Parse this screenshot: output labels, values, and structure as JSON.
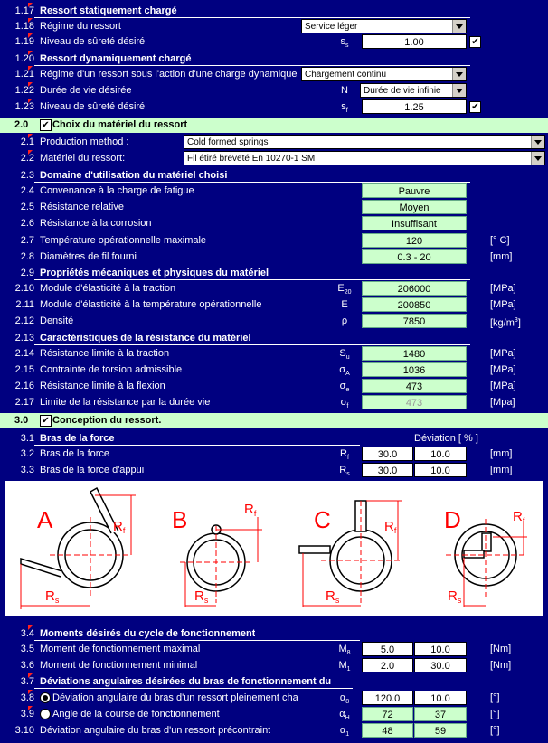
{
  "s117": {
    "num": "1.17",
    "label": "Ressort statiquement chargé"
  },
  "r118": {
    "num": "1.18",
    "label": "Régime du ressort",
    "select": "Service léger"
  },
  "r119": {
    "num": "1.19",
    "label": "Niveau de sûreté désiré",
    "sym": "s",
    "sub": "s",
    "value": "1.00"
  },
  "s120": {
    "num": "1.20",
    "label": "Ressort dynamiquement chargé"
  },
  "r121": {
    "num": "1.21",
    "label": "Régime d'un ressort sous l'action d'une charge dynamique",
    "select": "Chargement continu"
  },
  "r122": {
    "num": "1.22",
    "label": "Durée de vie désirée",
    "sym": "N",
    "select": "Durée de vie infinie"
  },
  "r123": {
    "num": "1.23",
    "label": "Niveau de sûreté désiré",
    "sym": "s",
    "sub": "f",
    "value": "1.25"
  },
  "b20": {
    "num": "2.0",
    "label": "Choix du matériel du ressort"
  },
  "r21": {
    "num": "2.1",
    "label": "Production method :",
    "select": "Cold formed springs"
  },
  "r22": {
    "num": "2.2",
    "label": "Matériel du ressort:",
    "select": "Fil étiré breveté En 10270-1 SM"
  },
  "s23": {
    "num": "2.3",
    "label": "Domaine d'utilisation du matériel choisi"
  },
  "r24": {
    "num": "2.4",
    "label": "Convenance à la charge de fatigue",
    "value": "Pauvre"
  },
  "r25": {
    "num": "2.5",
    "label": "Résistance relative",
    "value": "Moyen"
  },
  "r26": {
    "num": "2.6",
    "label": "Résistance à la corrosion",
    "value": "Insuffisant"
  },
  "r27": {
    "num": "2.7",
    "label": "Température opérationnelle maximale",
    "value": "120",
    "unit": "[° C]"
  },
  "r28": {
    "num": "2.8",
    "label": "Diamètres de fil fourni",
    "value": "0.3 - 20",
    "unit": "[mm]"
  },
  "s29": {
    "num": "2.9",
    "label": "Propriétés mécaniques et physiques du matériel"
  },
  "r210": {
    "num": "2.10",
    "label": "Module d'élasticité à la traction",
    "sym": "E",
    "sub": "20",
    "value": "206000",
    "unit": "[MPa]"
  },
  "r211": {
    "num": "2.11",
    "label": "Module d'élasticité à la température opérationnelle",
    "sym": "E",
    "value": "200850",
    "unit": "[MPa]"
  },
  "r212": {
    "num": "2.12",
    "label": "Densité",
    "sym": "ρ",
    "value": "7850",
    "unit": "[kg/m",
    "unitsup": "3",
    "unitend": "]"
  },
  "s213": {
    "num": "2.13",
    "label": "Caractéristiques de la résistance du matériel"
  },
  "r214": {
    "num": "2.14",
    "label": "Résistance limite à la traction",
    "sym": "S",
    "sub": "u",
    "value": "1480",
    "unit": "[MPa]"
  },
  "r215": {
    "num": "2.15",
    "label": "Contrainte de torsion admissible",
    "sym": "σ",
    "sub": "A",
    "value": "1036",
    "unit": "[MPa]"
  },
  "r216": {
    "num": "2.16",
    "label": "Résistance limite à la flexion",
    "sym": "σ",
    "sub": "e",
    "value": "473",
    "unit": "[MPa]"
  },
  "r217": {
    "num": "2.17",
    "label": "Limite de la résistance par la durée vie",
    "sym": "σ",
    "sub": "f",
    "value": "473",
    "unit": "[Mpa]"
  },
  "b30": {
    "num": "3.0",
    "label": "Conception du ressort."
  },
  "s31": {
    "num": "3.1",
    "label": "Bras de la force",
    "dev": "Déviation [ % ]"
  },
  "r32": {
    "num": "3.2",
    "label": "Bras de la force",
    "sym": "R",
    "sub": "f",
    "v1": "30.0",
    "v2": "10.0",
    "unit": "[mm]"
  },
  "r33": {
    "num": "3.3",
    "label": "Bras de la force d'appui",
    "sym": "R",
    "sub": "s",
    "v1": "30.0",
    "v2": "10.0",
    "unit": "[mm]"
  },
  "diagram": {
    "letters": [
      "A",
      "B",
      "C",
      "D"
    ],
    "rf": "R",
    "rfsub": "f",
    "rs": "R",
    "rssub": "s"
  },
  "s34": {
    "num": "3.4",
    "label": "Moments désirés du cycle de fonctionnement"
  },
  "r35": {
    "num": "3.5",
    "label": "Moment de fonctionnement maximal",
    "sym": "M",
    "sub": "8",
    "v1": "5.0",
    "v2": "10.0",
    "unit": "[Nm]"
  },
  "r36": {
    "num": "3.6",
    "label": "Moment de fonctionnement minimal",
    "sym": "M",
    "sub": "1",
    "v1": "2.0",
    "v2": "30.0",
    "unit": "[Nm]"
  },
  "s37": {
    "num": "3.7",
    "label": "Déviations angulaires désirées du bras de fonctionnement du"
  },
  "r38": {
    "num": "3.8",
    "label": "Déviation angulaire du bras d'un ressort pleinement cha",
    "sym": "α",
    "sub": "8",
    "v1": "120.0",
    "v2": "10.0",
    "unit": "[°]"
  },
  "r39": {
    "num": "3.9",
    "label": "Angle de la course de fonctionnement",
    "sym": "α",
    "sub": "H",
    "v1": "72",
    "v2": "37",
    "unit": "[°]"
  },
  "r310": {
    "num": "3.10",
    "label": "Déviation angulaire du bras d'un ressort précontraint",
    "sym": "α",
    "sub": "1",
    "v1": "48",
    "v2": "59",
    "unit": "[°]"
  },
  "colors": {
    "background": "#000080",
    "band": "#ccffcc",
    "greenCell": "#ccffcc",
    "diagramRed": "#ff0000"
  }
}
